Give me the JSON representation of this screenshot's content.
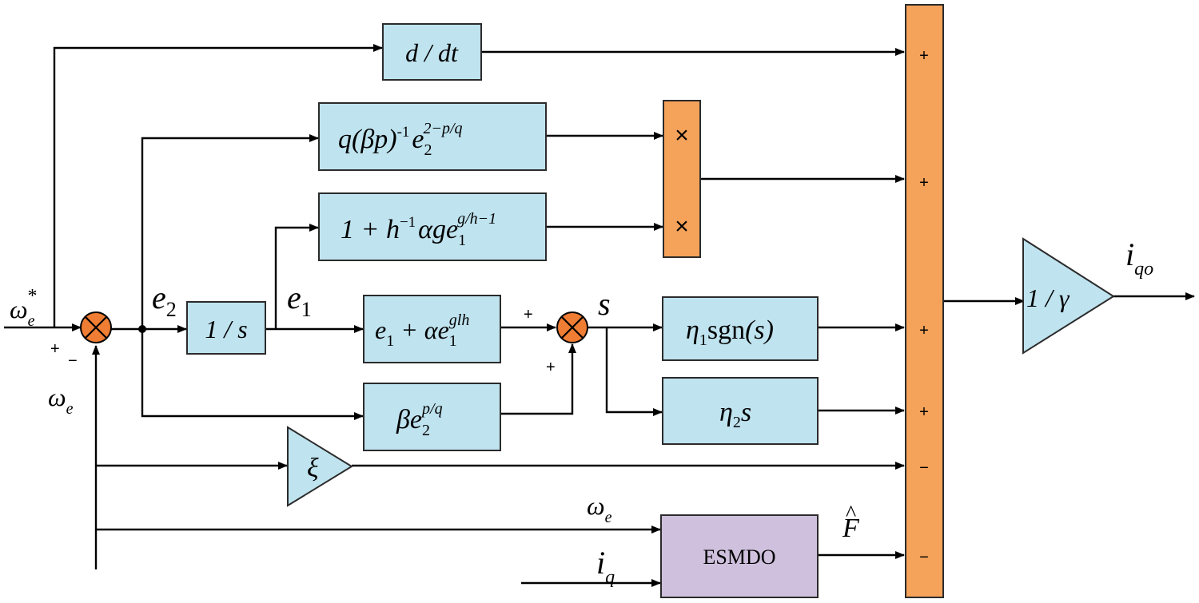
{
  "blocks": {
    "derivative": "d / dt",
    "integrator": "1 / s",
    "term_q": {
      "base": "q(βp)",
      "sup1": "-1",
      "e": "e",
      "sub": "2",
      "sup2": "2−p/q"
    },
    "term_h": {
      "base": "1 + h",
      "sup1": "−1",
      "mid": "αge",
      "sub": "1",
      "sup2": "g/h−1"
    },
    "term_e1": {
      "base": "e",
      "sub1": "1",
      "mid": " + αe",
      "sub2": "1",
      "sup": "glh"
    },
    "term_beta": {
      "base": "βe",
      "sub": "2",
      "sup": "p/q"
    },
    "term_sgn": {
      "eta": "η",
      "sub": "1",
      "func": "sgn",
      "arg": "(s)"
    },
    "term_eta2": {
      "eta": "η",
      "sub": "2",
      "var": "s"
    },
    "gain_xi": "ξ",
    "gain_gamma": "1 / γ",
    "observer": "ESMDO"
  },
  "multipliers": [
    "×",
    "×"
  ],
  "summer_signs": [
    "+",
    "+",
    "+",
    "+",
    "−",
    "−"
  ],
  "signals": {
    "ref": {
      "base": "ω",
      "sub": "e",
      "sup": "*"
    },
    "feedback": {
      "base": "ω",
      "sub": "e"
    },
    "omega_to_observer": {
      "base": "ω",
      "sub": "e"
    },
    "e2": {
      "base": "e",
      "sub": "2"
    },
    "e1": {
      "base": "e",
      "sub": "1"
    },
    "s": "s",
    "iq": {
      "base": "i",
      "sub": "q"
    },
    "fhat": {
      "base": "F",
      "hat": "^"
    },
    "output": {
      "base": "i",
      "sub": "qo"
    }
  },
  "junction_signs": {
    "j1_plus": "+",
    "j1_minus": "−",
    "j2_plus_top": "+",
    "j2_plus_bottom": "+"
  },
  "colors": {
    "block": "#bfe3ef",
    "summer": "#f5a25a",
    "observer": "#cfc0dd",
    "sum_junction": "#ef7d33"
  }
}
